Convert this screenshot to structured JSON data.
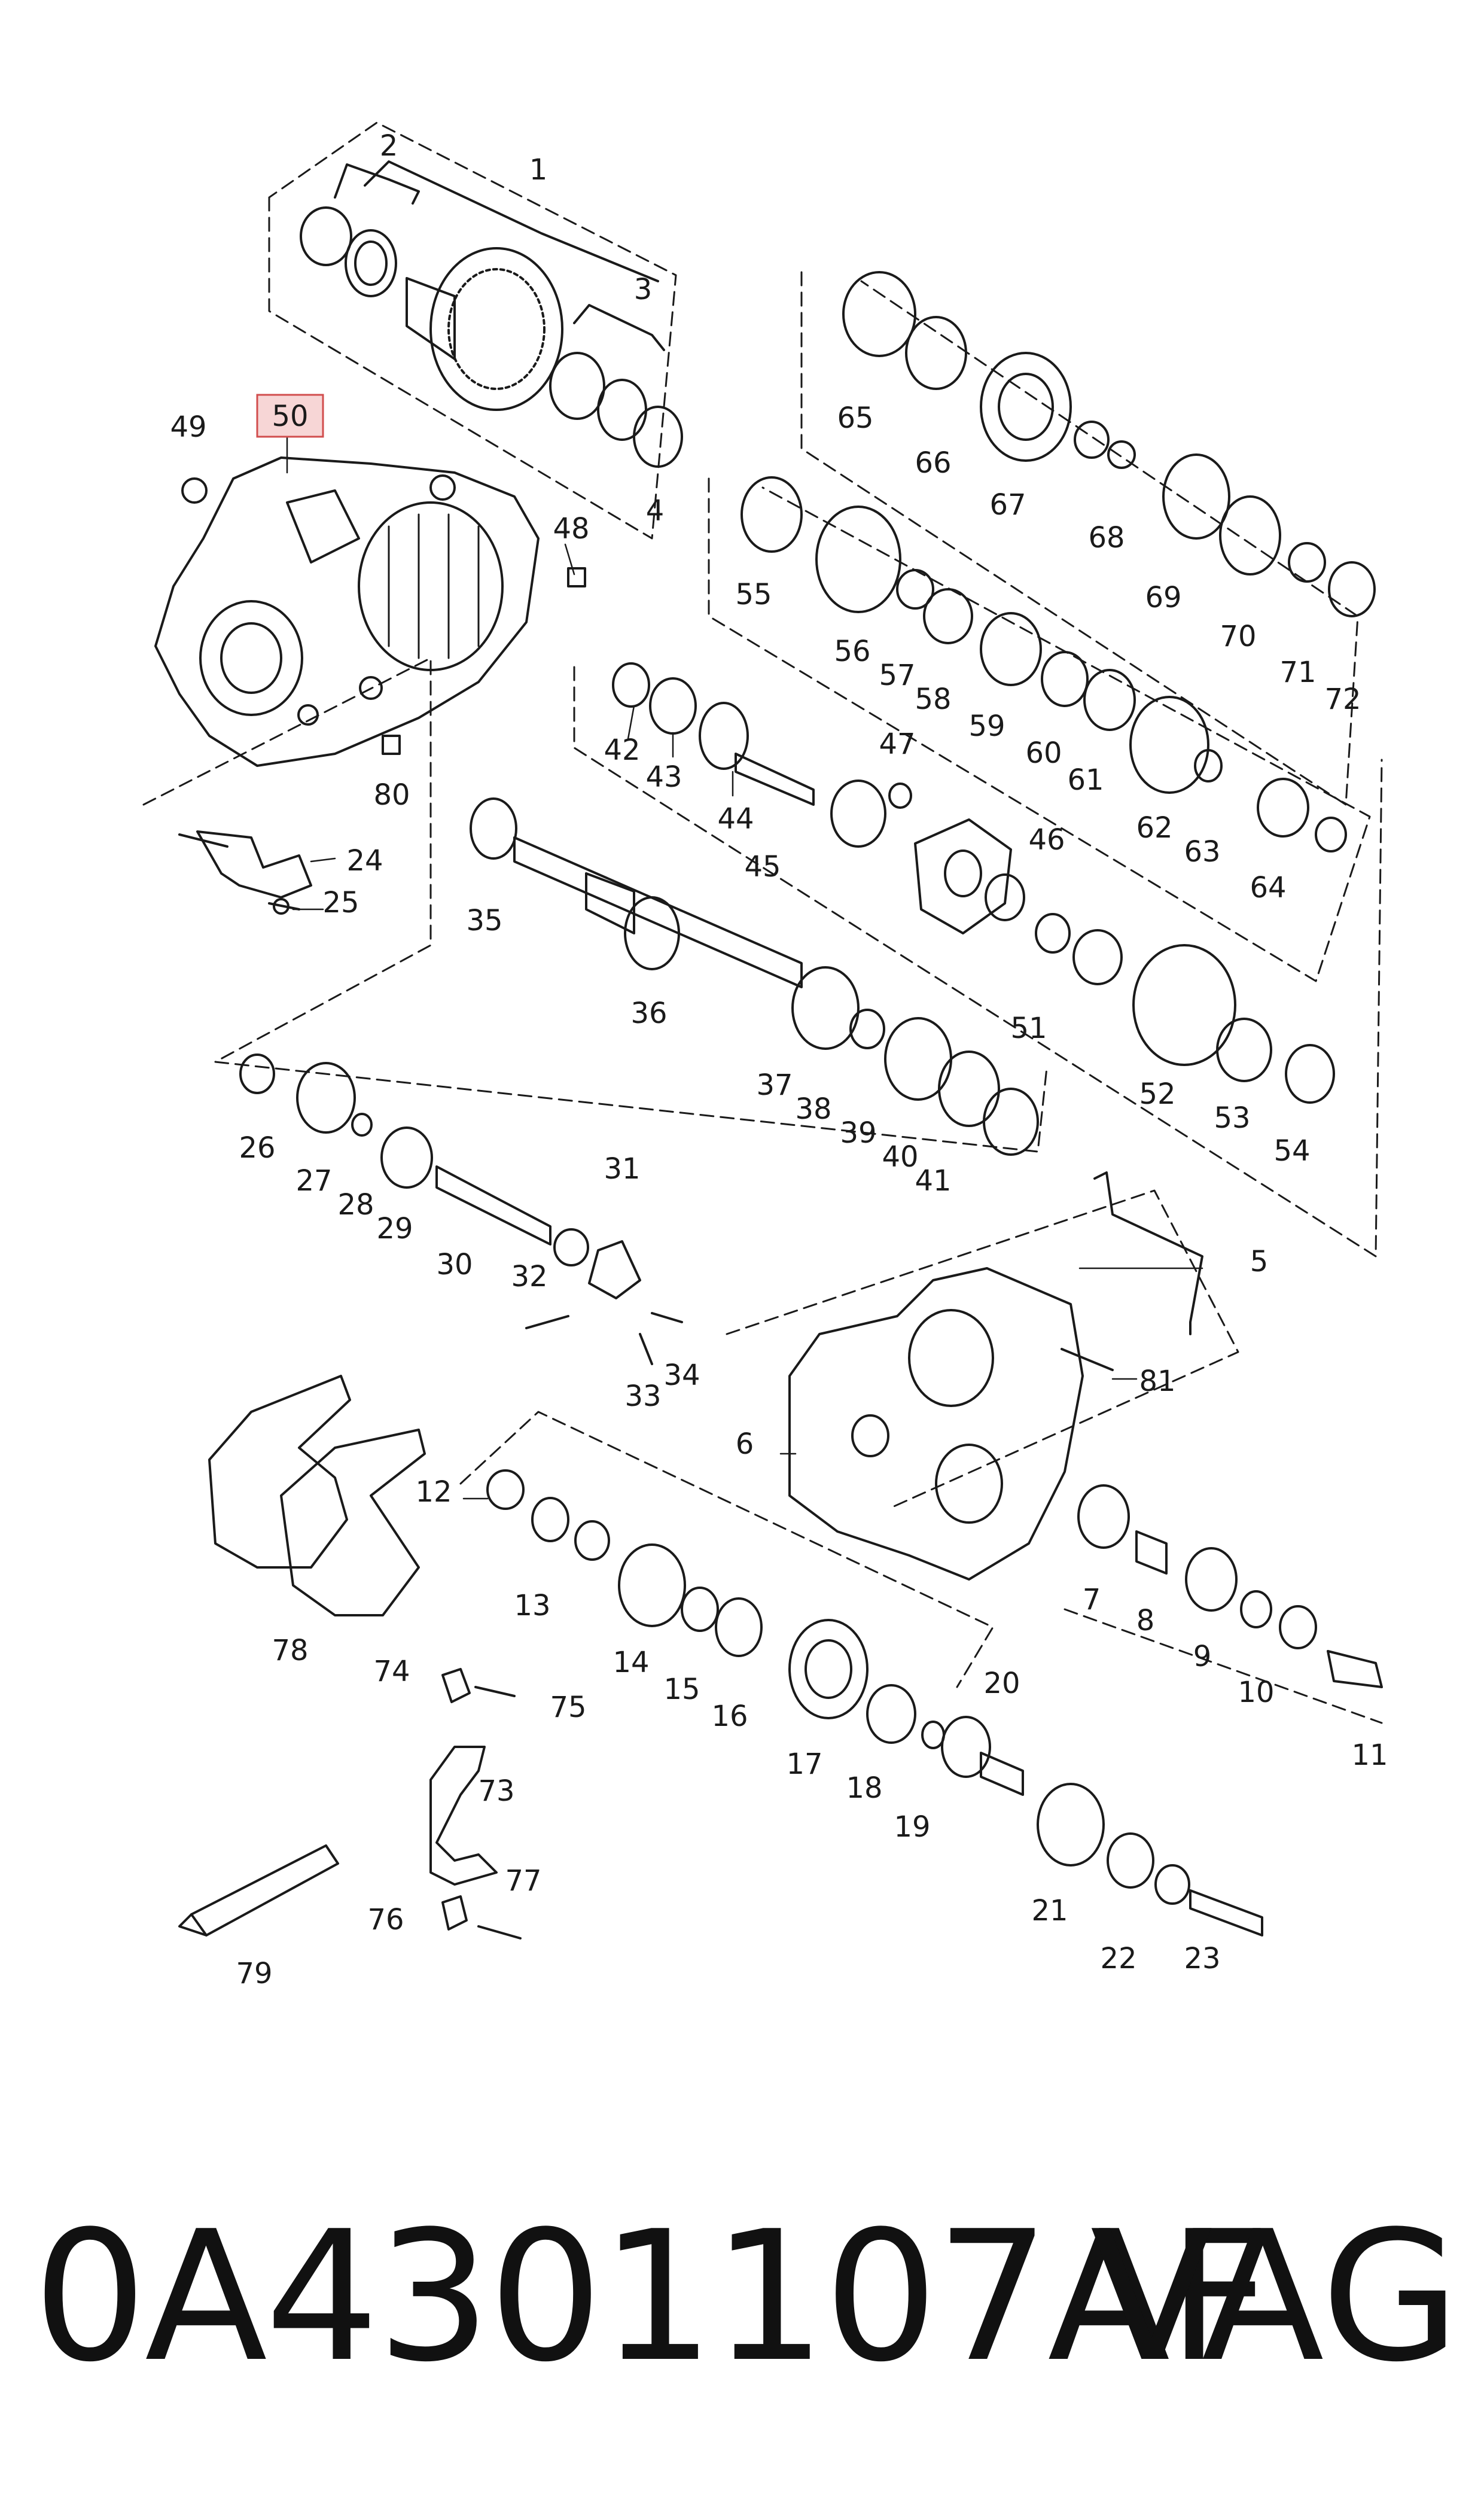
{
  "highlight": {
    "label": "50",
    "fill": "#f7d6d6",
    "stroke": "#d14d4d"
  },
  "footer": {
    "part_number": "0A4301107AF",
    "brand": "VAG"
  },
  "callouts": [
    "1",
    "2",
    "3",
    "4",
    "5",
    "6",
    "7",
    "8",
    "9",
    "10",
    "11",
    "12",
    "13",
    "14",
    "15",
    "16",
    "17",
    "18",
    "19",
    "20",
    "21",
    "22",
    "23",
    "24",
    "25",
    "26",
    "27",
    "28",
    "29",
    "30",
    "31",
    "32",
    "33",
    "34",
    "35",
    "36",
    "37",
    "38",
    "39",
    "40",
    "41",
    "42",
    "43",
    "44",
    "45",
    "46",
    "47",
    "48",
    "49",
    "51",
    "52",
    "53",
    "54",
    "55",
    "56",
    "57",
    "58",
    "59",
    "60",
    "61",
    "62",
    "63",
    "64",
    "65",
    "66",
    "67",
    "68",
    "69",
    "70",
    "71",
    "72",
    "73",
    "74",
    "75",
    "76",
    "77",
    "78",
    "79",
    "80",
    "81"
  ]
}
